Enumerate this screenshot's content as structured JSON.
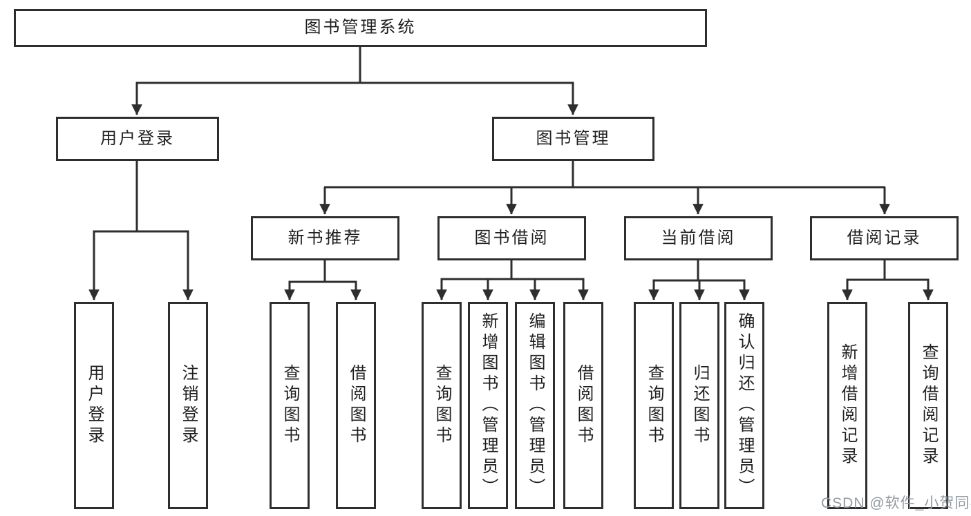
{
  "tree": {
    "root": {
      "label": "图书管理系统"
    },
    "level2": [
      {
        "label": "用户登录",
        "children": [
          {
            "label": "用户登录"
          },
          {
            "label": "注销登录"
          }
        ]
      },
      {
        "label": "图书管理",
        "children": [
          {
            "label": "新书推荐",
            "children": [
              {
                "label": "查询图书"
              },
              {
                "label": "借阅图书"
              }
            ]
          },
          {
            "label": "图书借阅",
            "children": [
              {
                "label": "查询图书"
              },
              {
                "label": "新增图书（管理员）"
              },
              {
                "label": "编辑图书（管理员）"
              },
              {
                "label": "借阅图书"
              }
            ]
          },
          {
            "label": "当前借阅",
            "children": [
              {
                "label": "查询图书"
              },
              {
                "label": "归还图书"
              },
              {
                "label": "确认归还（管理员）"
              }
            ]
          },
          {
            "label": "借阅记录",
            "children": [
              {
                "label": "新增借阅记录"
              },
              {
                "label": "查询借阅记录"
              }
            ]
          }
        ]
      }
    ]
  },
  "watermark": {
    "text": "CSDN @软件_小贺同学",
    "color": "#939aa1"
  },
  "colors": {
    "line": "#2e2e2e",
    "box_border": "#2e2e2e",
    "text": "#1f1f1f",
    "background": "#ffffff"
  }
}
